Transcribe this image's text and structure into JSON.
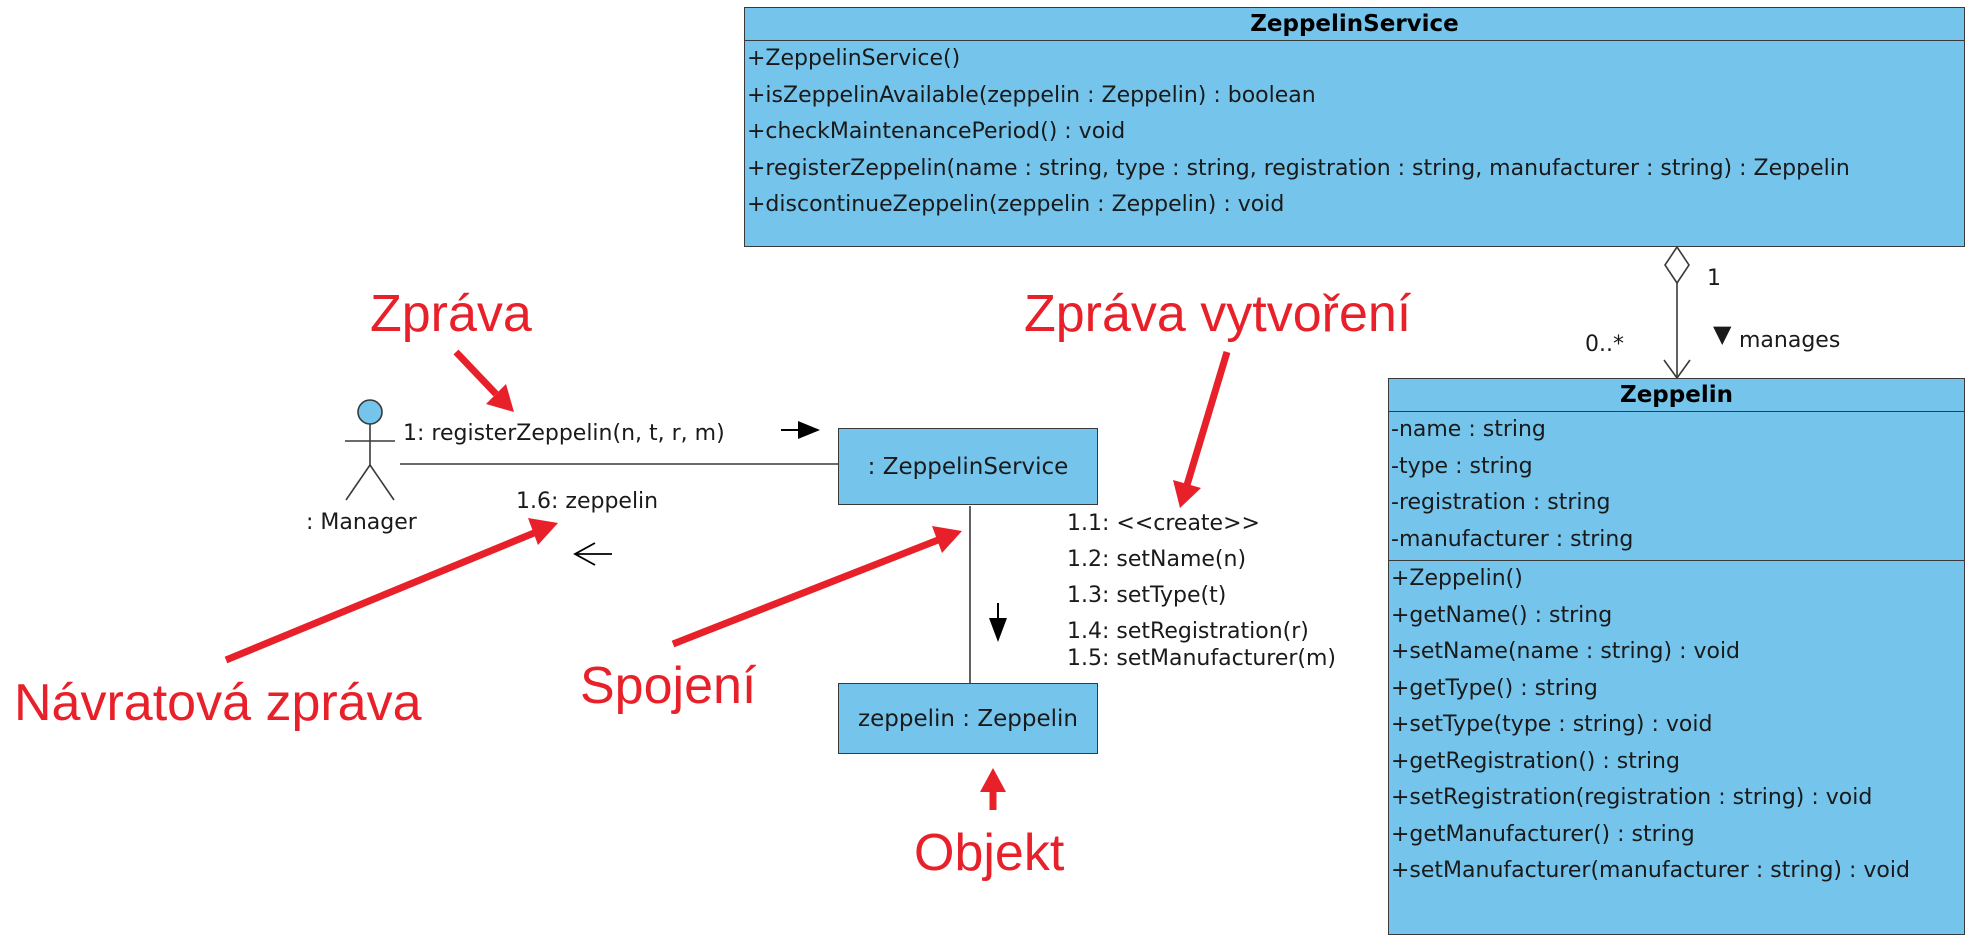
{
  "service_class": {
    "name": "ZeppelinService",
    "operations": [
      "+ZeppelinService()",
      "+isZeppelinAvailable(zeppelin : Zeppelin) : boolean",
      "+checkMaintenancePeriod() : void",
      "+registerZeppelin(name : string, type : string, registration : string, manufacturer : string) : Zeppelin",
      "+discontinueZeppelin(zeppelin : Zeppelin) : void"
    ]
  },
  "zeppelin_class": {
    "name": "Zeppelin",
    "attributes": [
      "-name : string",
      "-type : string",
      "-registration : string",
      "-manufacturer : string"
    ],
    "operations": [
      "+Zeppelin()",
      "+getName() : string",
      "+setName(name : string) : void",
      "+getType() : string",
      "+setType(type : string) : void",
      "+getRegistration() : string",
      "+setRegistration(registration : string) : void",
      "+getManufacturer() : string",
      "+setManufacturer(manufacturer : string) : void"
    ]
  },
  "association": {
    "multiplicity_service": "1",
    "multiplicity_zeppelin": "0..*",
    "name": "manages",
    "direction_marker": "▼"
  },
  "communication": {
    "actor_name": ": Manager",
    "service_object": ": ZeppelinService",
    "zeppelin_object": "zeppelin : Zeppelin",
    "message_register": "1: registerZeppelin(n, t, r, m)",
    "message_return": "1.6: zeppelin",
    "messages_to_zeppelin": [
      "1.1: <<create>>",
      "1.2: setName(n)",
      "1.3: setType(t)",
      "1.4: setRegistration(r)",
      "1.5: setManufacturer(m)"
    ]
  },
  "annotations": {
    "message": "Zpráva",
    "create_message": "Zpráva vytvoření",
    "return_message": "Návratová zpráva",
    "link": "Spojení",
    "object": "Objekt"
  },
  "colors": {
    "box_fill": "#74c4ec",
    "annotation": "#e8202a",
    "line": "#3a3a3a"
  }
}
